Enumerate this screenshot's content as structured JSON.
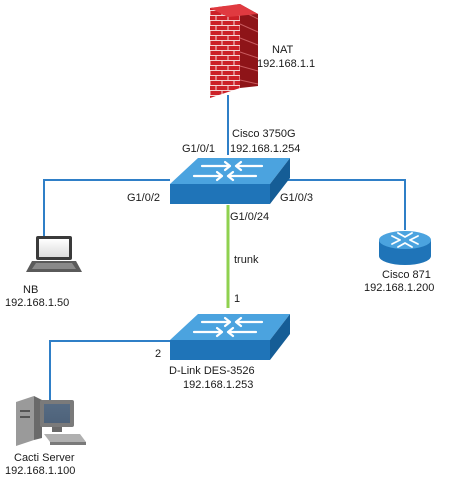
{
  "colors": {
    "link": "#2f7fc7",
    "trunk": "#8fd14f",
    "switch_top": "#4ba3df",
    "switch_side": "#1f74b8",
    "brick": "#cc2128"
  },
  "icons": {
    "firewall": "brick-firewall-icon",
    "core_switch": "network-switch-icon",
    "access_switch": "network-switch-icon",
    "laptop": "laptop-icon",
    "router": "router-icon",
    "server": "desktop-computer-icon"
  },
  "nodes": {
    "nat": {
      "name": "NAT",
      "ip": "192.168.1.1"
    },
    "core": {
      "name": "Cisco 3750G",
      "ip": "192.168.1.254"
    },
    "nb": {
      "name": "NB",
      "ip": "192.168.1.50"
    },
    "router": {
      "name": "Cisco 871",
      "ip": "192.168.1.200"
    },
    "access": {
      "name": "D-Link DES-3526",
      "ip": "192.168.1.253"
    },
    "server": {
      "name": "Cacti Server",
      "ip": "192.168.1.100"
    }
  },
  "ports": {
    "g101": "G1/0/1",
    "g102": "G1/0/2",
    "g103": "G1/0/3",
    "g1024": "G1/0/24",
    "p1": "1",
    "p2": "2"
  },
  "links": {
    "trunk_label": "trunk"
  }
}
